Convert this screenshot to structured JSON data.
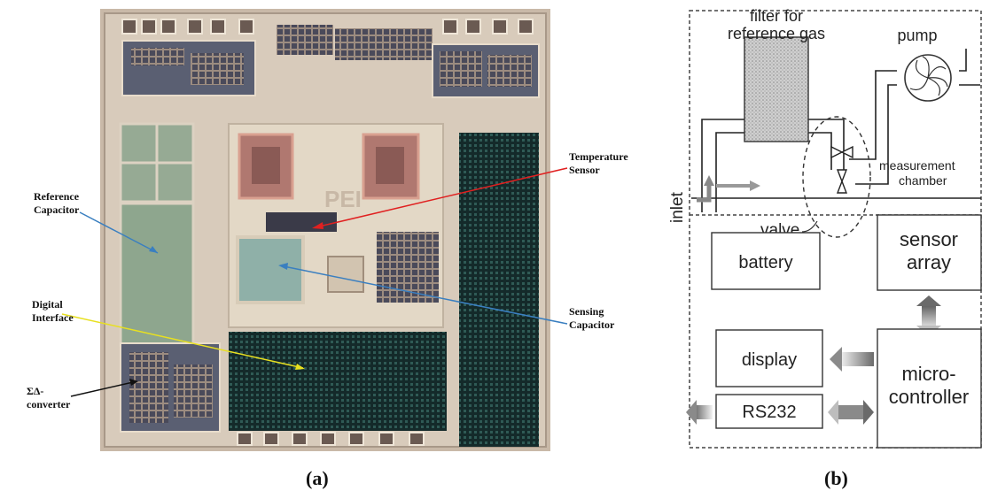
{
  "panel_a": {
    "caption": "(a)",
    "labels": {
      "reference_capacitor_1": "Reference",
      "reference_capacitor_2": "Capacitor",
      "temperature_sensor_1": "Temperature",
      "temperature_sensor_2": "Sensor",
      "digital_interface_1": "Digital",
      "digital_interface_2": "Interface",
      "sensing_capacitor_1": "Sensing",
      "sensing_capacitor_2": "Capacitor",
      "sd_converter_1": "ΣΔ-",
      "sd_converter_2": "converter",
      "die_mark": "PEI"
    },
    "colors": {
      "reference_arrow": "#3a7fc0",
      "temperature_arrow": "#e02020",
      "digital_arrow": "#e8e020",
      "sensing_arrow": "#3a7fc0",
      "converter_arrow": "#111111"
    }
  },
  "panel_b": {
    "caption": "(b)",
    "labels": {
      "filter_1": "filter for",
      "filter_2": "reference gas",
      "pump": "pump",
      "inlet": "inlet",
      "measurement_1": "measurement",
      "measurement_2": "chamber",
      "valve": "valve",
      "battery": "battery",
      "sensor_array_1": "sensor",
      "sensor_array_2": "array",
      "display": "display",
      "micro_1": "micro-",
      "micro_2": "controller",
      "rs232": "RS232"
    }
  }
}
